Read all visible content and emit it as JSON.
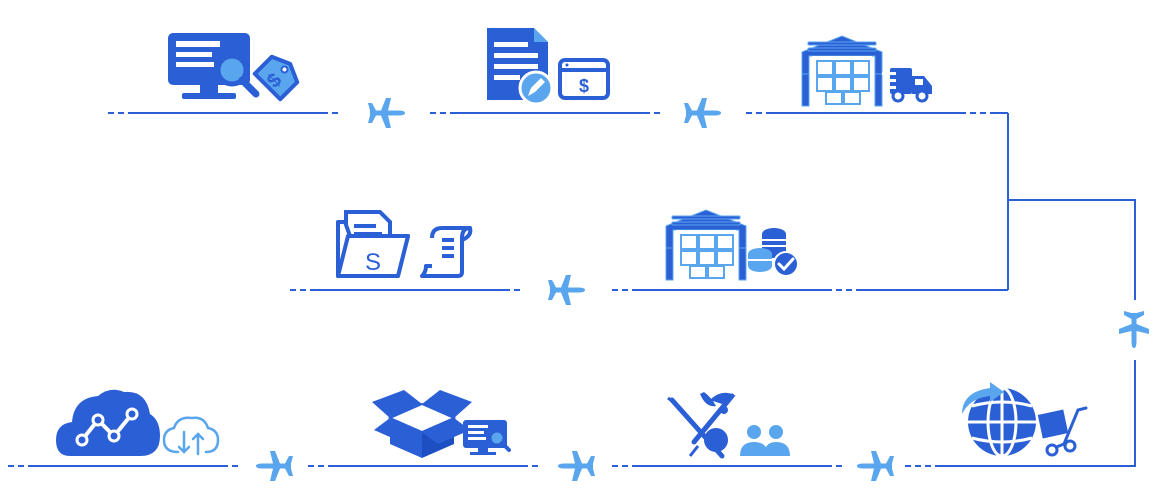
{
  "colors": {
    "primary": "#2b5fd6",
    "accent": "#5aa6ee",
    "white": "#ffffff"
  },
  "diagram": {
    "type": "process-flow",
    "connector_icon": "airplane-icon",
    "steps": [
      {
        "id": "quote",
        "icons": [
          "monitor-search-icon",
          "price-tag-icon"
        ]
      },
      {
        "id": "order",
        "icons": [
          "document-edit-icon",
          "payment-card-icon"
        ]
      },
      {
        "id": "pickup",
        "icons": [
          "warehouse-icon",
          "delivery-truck-icon"
        ]
      },
      {
        "id": "warehouse-payment",
        "icons": [
          "warehouse-icon",
          "coins-check-icon"
        ]
      },
      {
        "id": "documents",
        "icons": [
          "invoice-folder-icon",
          "receipt-scroll-icon"
        ]
      },
      {
        "id": "international-shipping",
        "icons": [
          "globe-arrow-icon",
          "hand-truck-icon"
        ]
      },
      {
        "id": "customs-clearance",
        "icons": [
          "customs-emblem-icon",
          "people-icon"
        ]
      },
      {
        "id": "delivery-tracking",
        "icons": [
          "open-box-icon",
          "monitor-search-icon"
        ]
      },
      {
        "id": "cloud-data",
        "icons": [
          "cloud-network-icon",
          "cloud-sync-icon"
        ]
      }
    ],
    "invoice_letter": "S",
    "currency_symbol": "$"
  }
}
